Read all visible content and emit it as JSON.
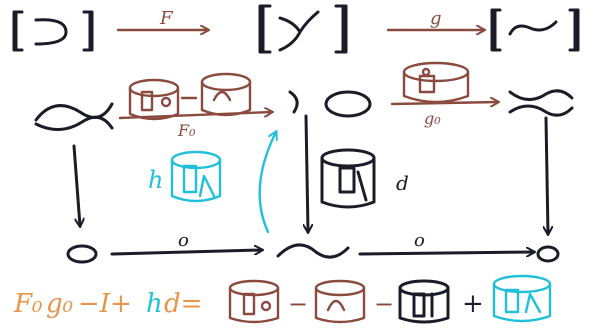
{
  "labels": {
    "F": "F",
    "g": "g",
    "F0": "F₀",
    "g0": "g₀",
    "h": "h",
    "d": "d",
    "o_left": "o",
    "o_right": "o"
  },
  "equation": {
    "lhs_F": "F₀",
    "lhs_g": "g₀",
    "minus_I": "−I+",
    "h": "h",
    "d_eq": "d=",
    "op_minus_1": "−",
    "op_minus_2": "−",
    "op_plus": "+"
  },
  "colors": {
    "black": "#1c1c28",
    "brown": "#8a4a3e",
    "cyan": "#22c0d8",
    "orange": "#e8944a"
  }
}
